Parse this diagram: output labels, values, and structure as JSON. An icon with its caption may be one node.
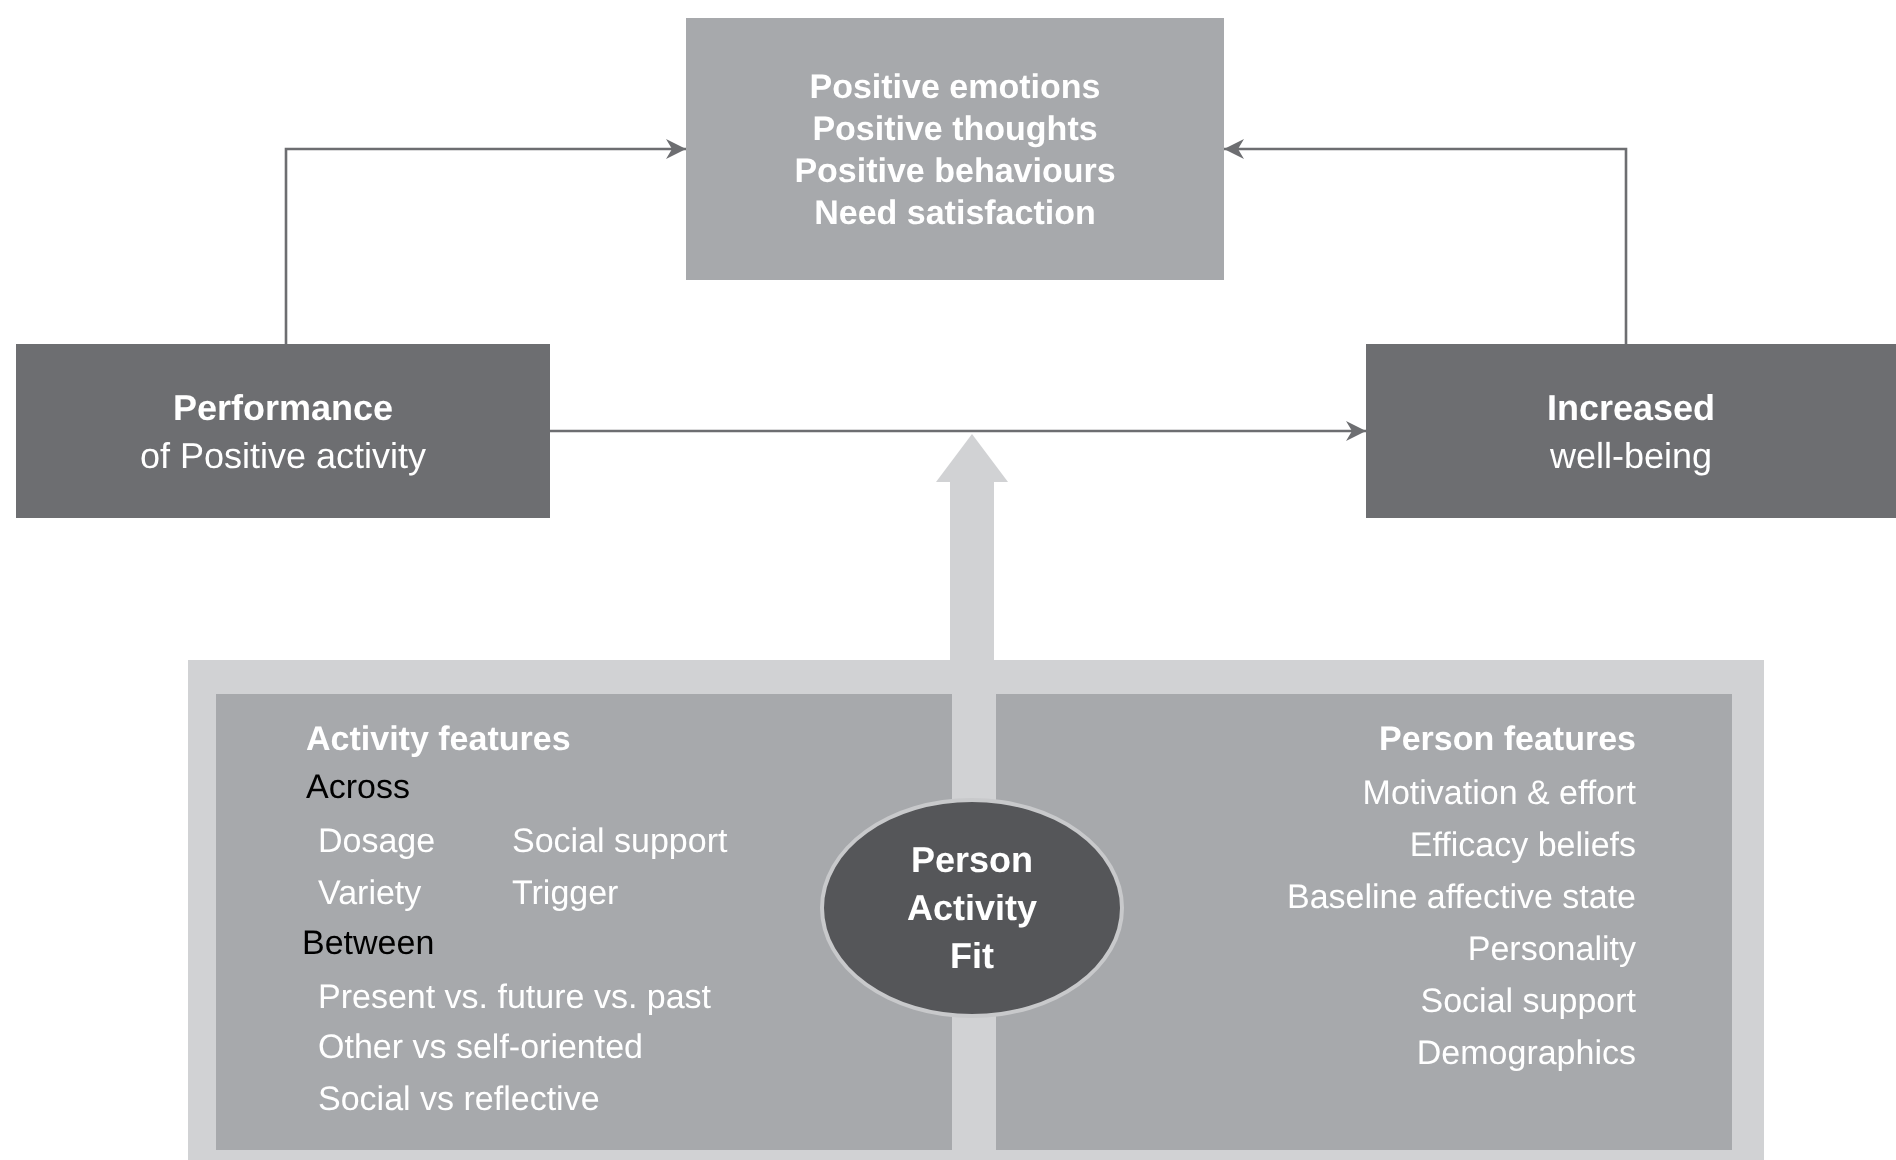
{
  "diagram": {
    "nodes": [
      {
        "text": [
          "Positive emotions",
          "Positive thoughts",
          "Positive behaviours",
          "Need satisfaction"
        ]
      },
      {
        "text": [
          "Performance",
          "of Positive activity"
        ]
      },
      {
        "text": [
          "Increased",
          "well-being"
        ]
      },
      {
        "text": [],
        "shape": "box"
      },
      {
        "text": [
          "Activity features",
          "Across",
          "Dosage",
          "Social support",
          "Variety",
          "Trigger",
          "Between",
          "Present vs. future vs. past",
          "Other vs self-oriented",
          "Social vs reflective"
        ],
        "in": 3
      },
      {
        "text": [
          "Person features",
          "Motivation & effort",
          "Efficacy beliefs",
          "Baseline affective state",
          "Personality",
          "Social support",
          "Demographics"
        ],
        "in": 3
      },
      {
        "text": [
          "Person Activity Fit"
        ],
        "in": 3
      }
    ],
    "edges": [
      {
        "from": 1,
        "to": 0,
        "arrow": "to"
      },
      {
        "from": 2,
        "to": 0,
        "arrow": "to"
      },
      {
        "from": 1,
        "to": 2,
        "arrow": "to"
      },
      {
        "from": 3,
        "to": null,
        "arrow": "to",
        "style": "thick",
        "color": "#d1d2d4"
      }
    ]
  }
}
